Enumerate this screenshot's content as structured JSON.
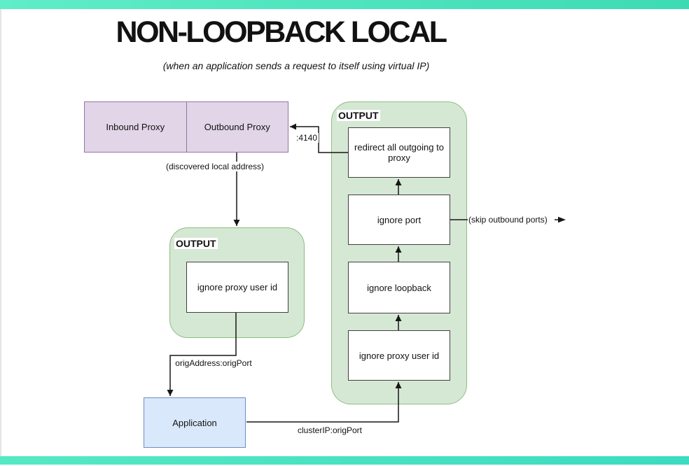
{
  "title": "NON-LOOPBACK LOCAL",
  "subtitle": "(when an application sends a request to itself using virtual IP)",
  "proxy_pair": {
    "inbound": "Inbound Proxy",
    "outbound": "Outbound Proxy"
  },
  "left_chain": {
    "title": "OUTPUT",
    "rules": [
      "ignore proxy user id"
    ]
  },
  "right_chain": {
    "title": "OUTPUT",
    "rules": [
      "redirect all outgoing to proxy",
      "ignore port",
      "ignore loopback",
      "ignore proxy user id"
    ]
  },
  "application": {
    "label": "Application"
  },
  "edge_labels": {
    "proxy_port": ":4140",
    "discovered_local_address": "(discovered local address)",
    "orig_address": "origAddress:origPort",
    "cluster_ip": "clusterIP:origPort",
    "skip_outbound": "(skip outbound ports)"
  },
  "colors": {
    "teal_top_left": "#60EDC7",
    "teal_top_right": "#3DDBB4",
    "teal_bottom_left": "#55E9C3",
    "teal_bottom_right": "#3CDCC0",
    "purple_fill": "#E1D5E7",
    "purple_stroke": "#9673A6",
    "green_fill": "#D5E8D4",
    "green_stroke": "#8FBE80",
    "blue_fill": "#DAE8FC",
    "blue_stroke": "#6C8EBF",
    "box_stroke": "#404040",
    "line": "#161616",
    "text": "#121212"
  }
}
